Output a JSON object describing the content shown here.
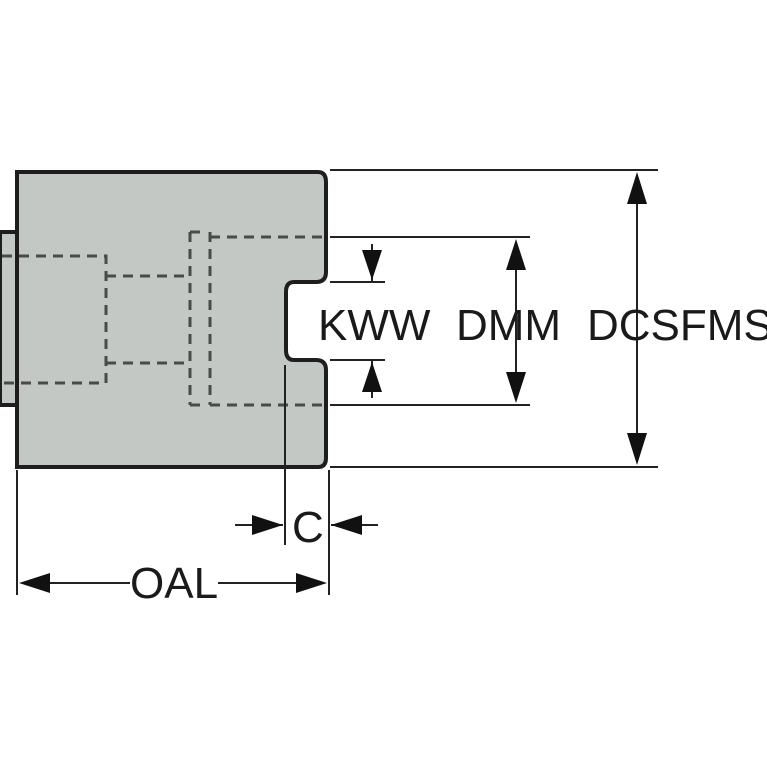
{
  "labels": {
    "kww": "KWW",
    "dmm": "DMM",
    "dcsfms": "DCSFMS",
    "c": "C",
    "oal": "OAL"
  },
  "colors": {
    "body_fill": "#c3c8c5",
    "outline": "#1e1e1e"
  }
}
